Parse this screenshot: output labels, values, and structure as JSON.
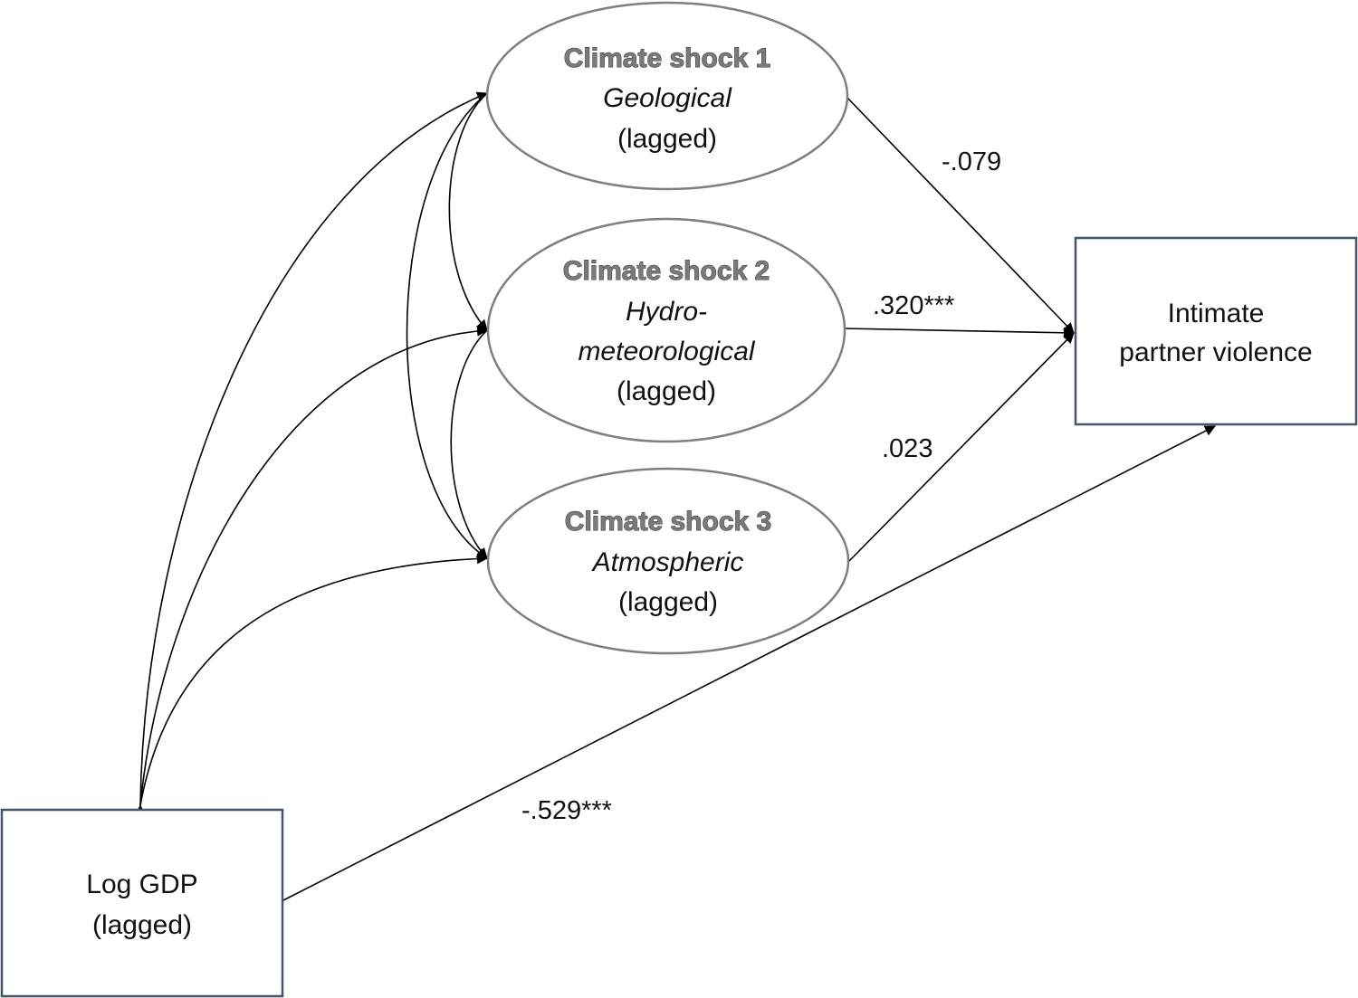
{
  "nodes": {
    "shock1": {
      "title": "Climate shock 1",
      "subtitle": "Geological",
      "note": "(lagged)"
    },
    "shock2": {
      "title": "Climate shock 2",
      "subtitle_line1": "Hydro-",
      "subtitle_line2": "meteorological",
      "note": "(lagged)"
    },
    "shock3": {
      "title": "Climate shock 3",
      "subtitle": "Atmospheric",
      "note": "(lagged)"
    },
    "ipv": {
      "line1": "Intimate",
      "line2": "partner violence"
    },
    "gdp": {
      "line1": "Log GDP",
      "line2": "(lagged)"
    }
  },
  "edges": {
    "shock1_ipv": {
      "label": "-.079"
    },
    "shock2_ipv": {
      "label": ".320***"
    },
    "shock3_ipv": {
      "label": ".023"
    },
    "gdp_ipv": {
      "label": "-.529***"
    }
  }
}
